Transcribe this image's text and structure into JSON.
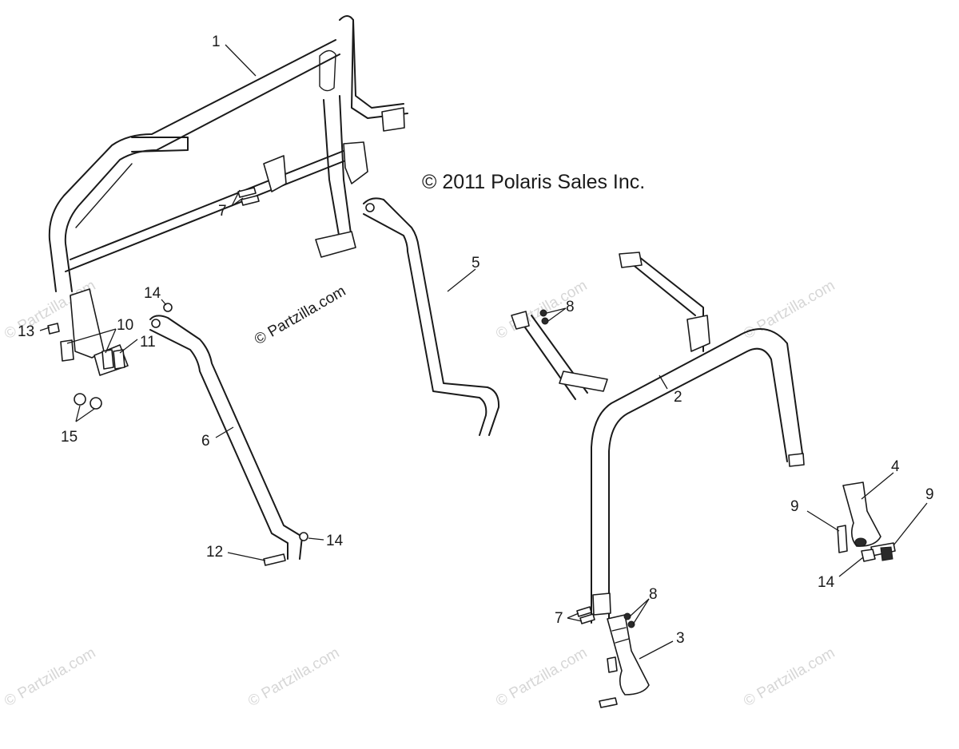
{
  "copyright": "© 2011 Polaris Sales Inc.",
  "watermark": "© Partzilla.com",
  "callouts": [
    {
      "id": "c1",
      "label": "1"
    },
    {
      "id": "c2",
      "label": "2"
    },
    {
      "id": "c3",
      "label": "3"
    },
    {
      "id": "c4",
      "label": "4"
    },
    {
      "id": "c5",
      "label": "5"
    },
    {
      "id": "c6",
      "label": "6"
    },
    {
      "id": "c7a",
      "label": "7"
    },
    {
      "id": "c7b",
      "label": "7"
    },
    {
      "id": "c8a",
      "label": "8"
    },
    {
      "id": "c8b",
      "label": "8"
    },
    {
      "id": "c9a",
      "label": "9"
    },
    {
      "id": "c9b",
      "label": "9"
    },
    {
      "id": "c10",
      "label": "10"
    },
    {
      "id": "c11",
      "label": "11"
    },
    {
      "id": "c12",
      "label": "12"
    },
    {
      "id": "c13",
      "label": "13"
    },
    {
      "id": "c14a",
      "label": "14"
    },
    {
      "id": "c14b",
      "label": "14"
    },
    {
      "id": "c14c",
      "label": "14"
    },
    {
      "id": "c15",
      "label": "15"
    }
  ]
}
